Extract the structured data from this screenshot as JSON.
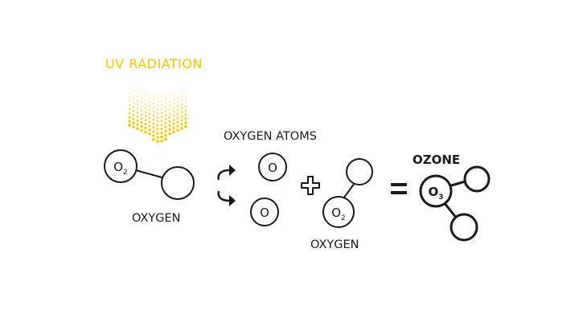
{
  "labels": {
    "uv_radiation": "UV RADIATION",
    "oxygen_left": "OXYGEN",
    "oxygen_atoms": "OXYGEN ATOMS",
    "oxygen_right": "OXYGEN",
    "ozone": "OZONE"
  },
  "formulas": {
    "o2_left_base": "O",
    "o2_left_sub": "2",
    "atom_top": "O",
    "atom_bottom": "O",
    "o2_right_base": "O",
    "o2_right_sub": "2",
    "o3_base": "O",
    "o3_sub": "3"
  },
  "colors": {
    "uv": "#f2c400",
    "ink": "#1a1a1a"
  }
}
